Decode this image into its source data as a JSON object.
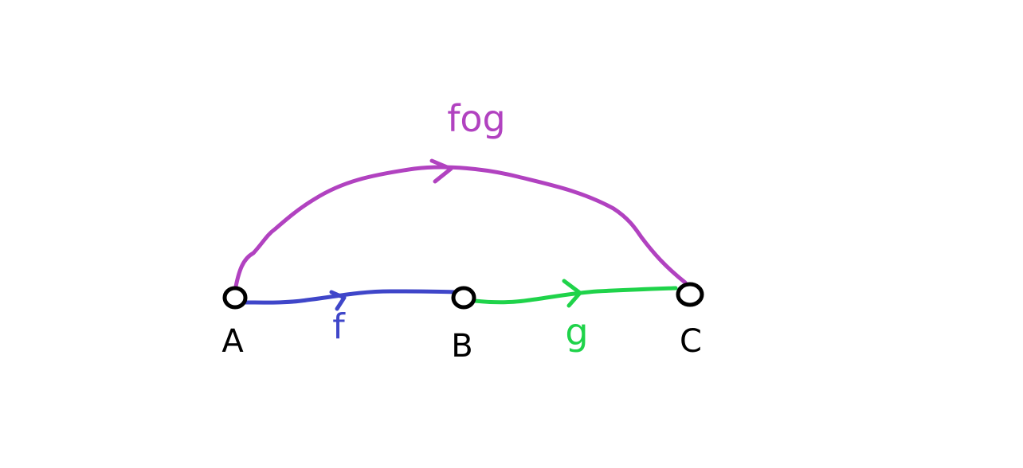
{
  "colors": {
    "composite": "#b142c0",
    "f": "#3f46c9",
    "g": "#1fd34a",
    "nodes": "#000000",
    "background": "#ffffff"
  },
  "nodes": {
    "a": {
      "label": "A"
    },
    "b": {
      "label": "B"
    },
    "c": {
      "label": "C"
    }
  },
  "arrows": {
    "composite": {
      "label": "fog",
      "from": "A",
      "to": "C"
    },
    "f": {
      "label": "f",
      "from": "A",
      "to": "B"
    },
    "g": {
      "label": "g",
      "from": "B",
      "to": "C"
    }
  }
}
